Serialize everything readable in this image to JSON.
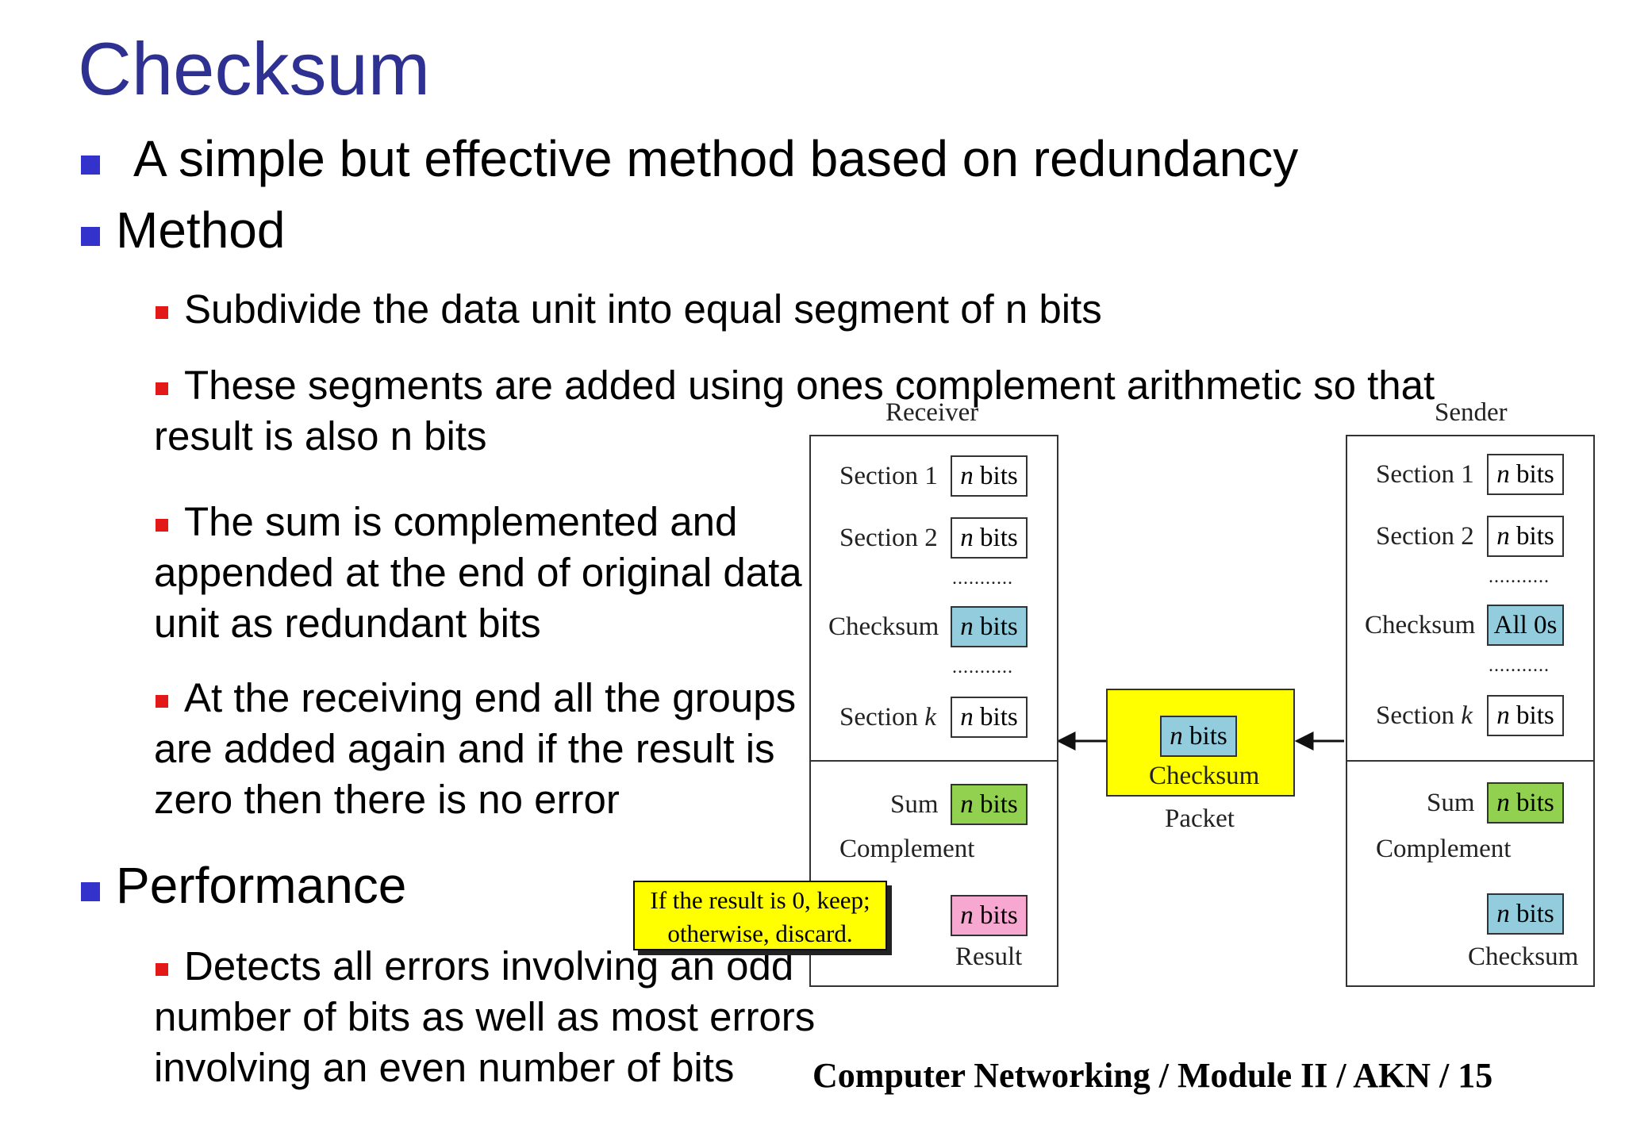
{
  "slide": {
    "title": "Checksum",
    "bullets": {
      "b1": "A simple but effective method based on redundancy",
      "b2": "Method",
      "b3": "Performance"
    },
    "method_points": {
      "p1": "Subdivide the data unit into equal segment of n bits",
      "p2_l1": "These segments are added using ones complement arithmetic so that",
      "p2_l2": "result is also n bits",
      "p3_l1": "The sum is complemented and",
      "p3_l2": "appended at the end of original data",
      "p3_l3": "unit as redundant bits",
      "p4_l1": "At the receiving end all the groups",
      "p4_l2": "are added again and if the result is",
      "p4_l3": "zero then there is no error"
    },
    "performance_points": {
      "p1_l1": "Detects all errors involving an odd",
      "p1_l2": "number of bits as well as most errors",
      "p1_l3": "involving an even number of bits"
    },
    "footer": "Computer Networking / Module II / AKN / 15"
  },
  "diagram": {
    "receiver_title": "Receiver",
    "sender_title": "Sender",
    "section1": "Section 1",
    "section2": "Section 2",
    "sectionk_prefix": "Section ",
    "k": "k",
    "checksum": "Checksum",
    "n": "n",
    "bits": " bits",
    "all0s": "All 0s",
    "dots": "...........",
    "sum": "Sum",
    "complement": "Complement",
    "result": "Result",
    "packet": "Packet",
    "decision_l1": "If the result is 0, keep;",
    "decision_l2": "otherwise, discard.",
    "colors": {
      "checksum_fill": "#93cddd",
      "sum_fill": "#92d050",
      "result_fill": "#f7a8d0",
      "packet_fill": "#ffff00",
      "note_fill": "#ffff00"
    }
  }
}
